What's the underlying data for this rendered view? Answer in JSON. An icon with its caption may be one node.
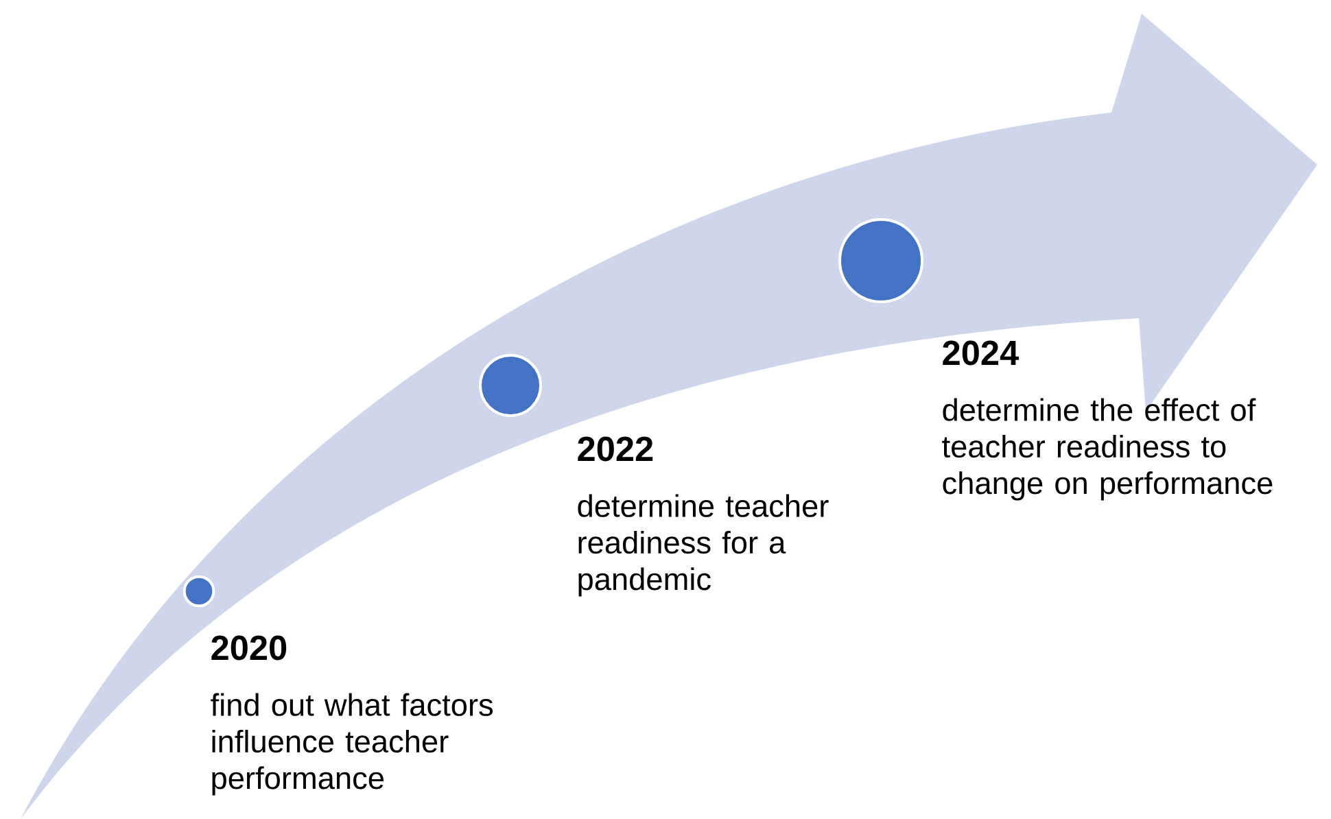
{
  "diagram": {
    "nodes": [
      {
        "text": [],
        "shape": "circle",
        "beside": [
          "2020",
          "find out what factors influence teacher performance"
        ]
      },
      {
        "text": [],
        "shape": "circle",
        "beside": [
          "2022",
          "determine teacher readiness for a pandemic"
        ]
      },
      {
        "text": [],
        "shape": "circle",
        "beside": [
          "2024",
          "determine the effect of teacher readiness to change on performance"
        ]
      }
    ]
  }
}
